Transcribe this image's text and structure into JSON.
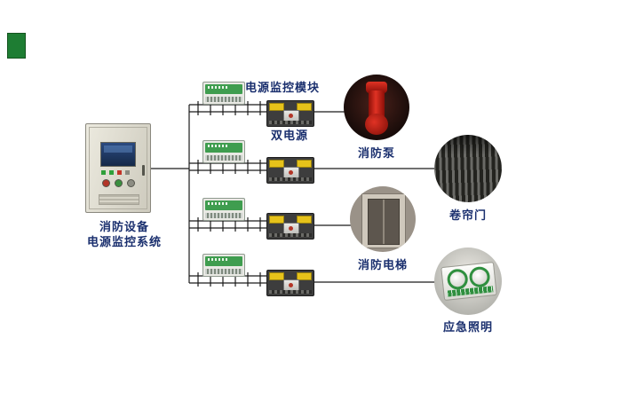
{
  "cabinet": {
    "label_line1": "消防设备",
    "label_line2": "电源监控系统"
  },
  "module_label": "电源监控模块",
  "dual_power_label": "双电源",
  "equipment": {
    "fire_pump": "消防泵",
    "roller_door": "卷帘门",
    "fire_elevator": "消防电梯",
    "emergency_lighting": "应急照明"
  },
  "colors": {
    "label_text": "#1a2f6e",
    "wire": "#1a1a1a",
    "module_green": "#3f9d4f",
    "switch_body": "#3d3d3d",
    "switch_yellow": "#e6c21a",
    "corner_green": "#1e7d33",
    "pump_red": "#c81e12",
    "emergency_green": "#2f8f3f"
  }
}
